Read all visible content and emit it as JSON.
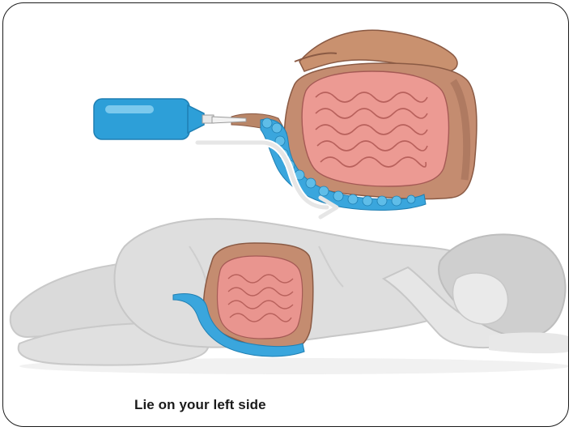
{
  "caption": {
    "text": "Lie on your left side"
  },
  "illustration": {
    "icons": [
      "enema-bottle-icon",
      "intestine-illustration",
      "arrow-icon",
      "lying-person-illustration"
    ],
    "colors": {
      "bottle": "#2d9fd8",
      "bottle_dark": "#1f7fb3",
      "intestine_small": "#e8958f",
      "intestine_large": "#c98f74",
      "fluid": "#3aa6dd",
      "person": "#c9c9c9",
      "person_dark": "#9e9e9e"
    }
  }
}
